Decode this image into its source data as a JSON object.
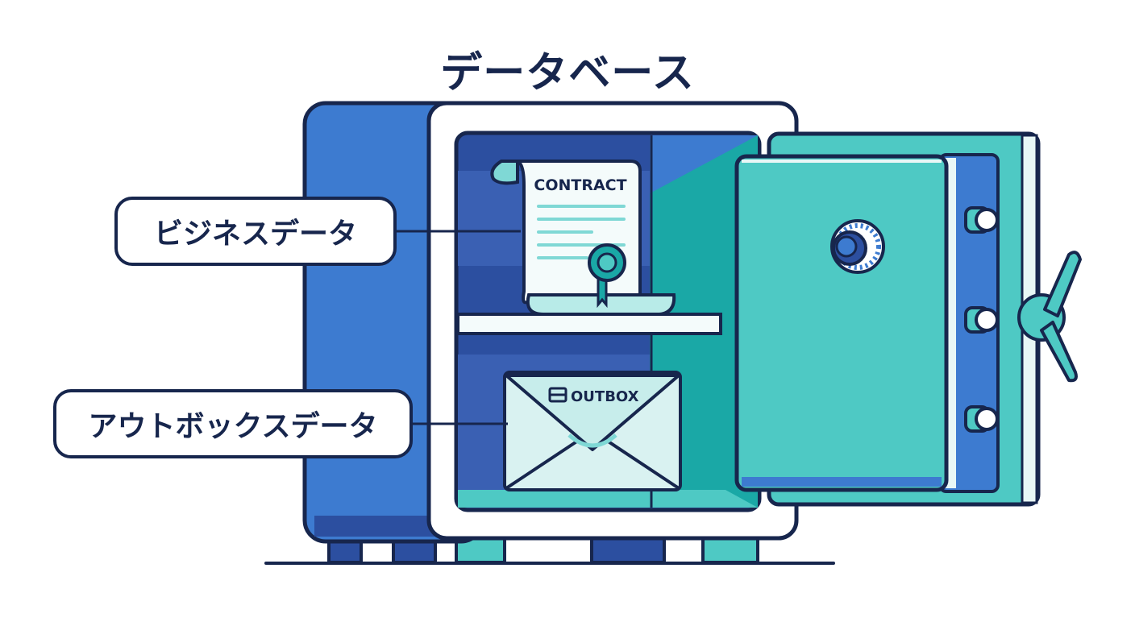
{
  "title": "データベース",
  "callouts": {
    "business_data": "ビジネスデータ",
    "outbox_data": "アウトボックスデータ"
  },
  "items": {
    "contract_label": "CONTRACT",
    "outbox_label": "OUTBOX"
  },
  "colors": {
    "outline": "#17264d",
    "safe_blue": "#3d7bd0",
    "safe_blue_dark": "#2c4fa0",
    "teal": "#4ec9c4",
    "teal_dark": "#1aa8a6",
    "paper": "#f4fbfb",
    "line_teal": "#7fd8d5"
  }
}
